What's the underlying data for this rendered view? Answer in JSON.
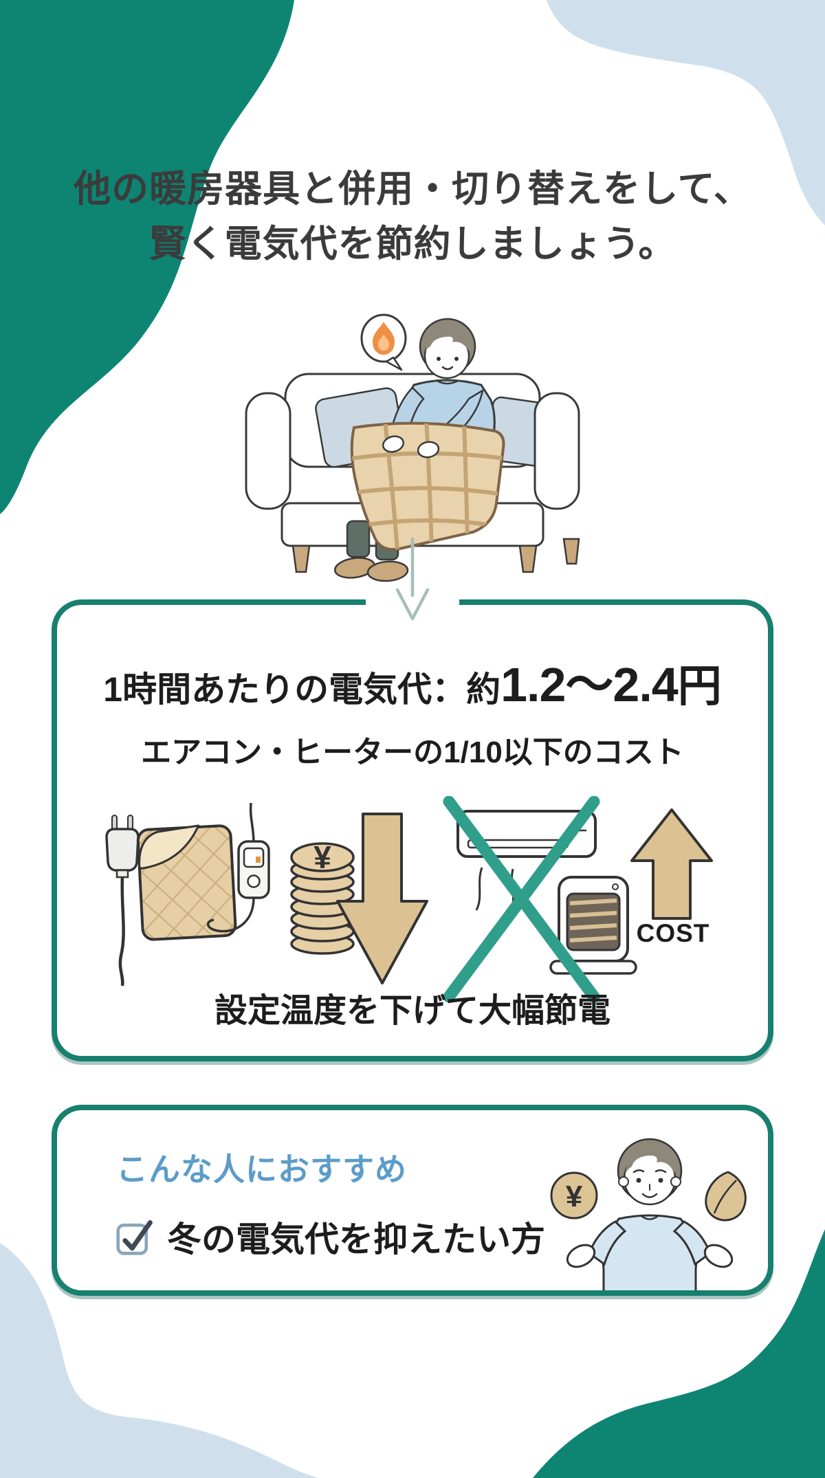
{
  "header": {
    "title_line1": "他の暖房器具と併用・切り替えをして、",
    "title_line2": "賢く電気代を節約しましょう。"
  },
  "hero": {
    "illustration": "person-relaxing-on-sofa-with-electric-blanket",
    "speech_bubble": "flame"
  },
  "cost_box": {
    "headline_prefix": "1時間あたりの電気代：約",
    "headline_value": "1.2〜2.4",
    "headline_unit": "円",
    "subheadline": "エアコン・ヒーターの1/10以下のコスト",
    "yen_symbol": "¥",
    "cost_label": "COST",
    "footer": "設定温度を下げて大幅節電",
    "icons": [
      "power-plug",
      "electric-blanket-with-controller",
      "yen-coin-stack",
      "cost-down-arrow",
      "air-conditioner-crossed-out",
      "fan-heater",
      "cost-up-arrow"
    ]
  },
  "recommend_box": {
    "title": "こんな人におすすめ",
    "items": [
      {
        "checked": true,
        "label": "冬の電気代を抑えたい方"
      }
    ],
    "yen_symbol": "¥",
    "illustration": "person-holding-yen-coin-and-leaf"
  },
  "colors": {
    "blob_teal": "#0E8573",
    "blob_light_blue": "#CFE0EC",
    "box_border_teal": "#17806E",
    "accent_blue": "#5B9CC9",
    "cross_teal": "#2F9E8B",
    "tan": "#DCC293",
    "tan_light": "#E9D3AC",
    "heading_text": "#3B3B3B",
    "body_text": "#1D1D1D",
    "flame_orange": "#EF8F45",
    "flow_arrow_gray": "#A6BEB9",
    "checkbox_border": "#8BA6BA",
    "checkbox_check": "#3D4A56"
  }
}
